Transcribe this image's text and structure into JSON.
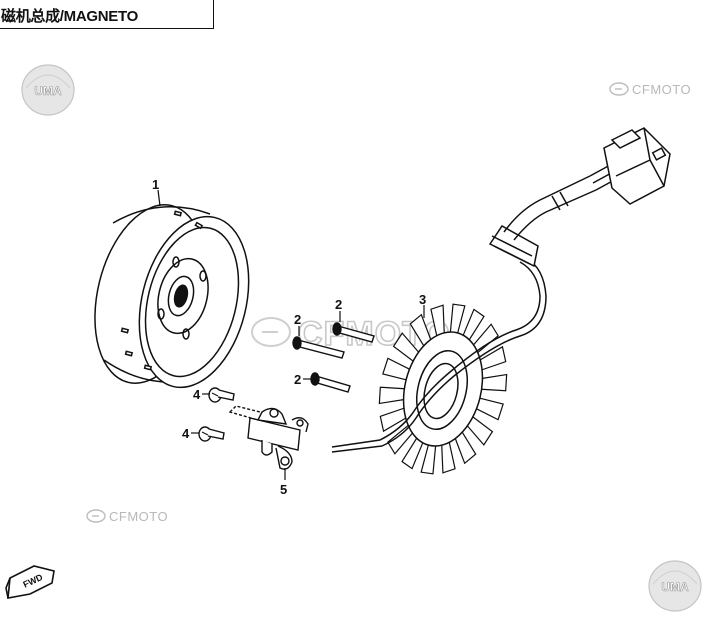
{
  "header": {
    "title": "磁机总成/MAGNETO"
  },
  "callouts": [
    "1",
    "2",
    "2",
    "2",
    "3",
    "4",
    "4",
    "5"
  ],
  "watermarks": {
    "uma_top_left": "UMA",
    "cfmoto_top_right": "CFMOTO",
    "cfmoto_center": "CFMOTO",
    "cfmoto_bottom_left": "CFMOTO",
    "uma_bottom_right": "UMA"
  },
  "direction_marker": {
    "label": "FWD"
  },
  "colors": {
    "line": "#111111",
    "watermark": "#bdbdbd"
  }
}
